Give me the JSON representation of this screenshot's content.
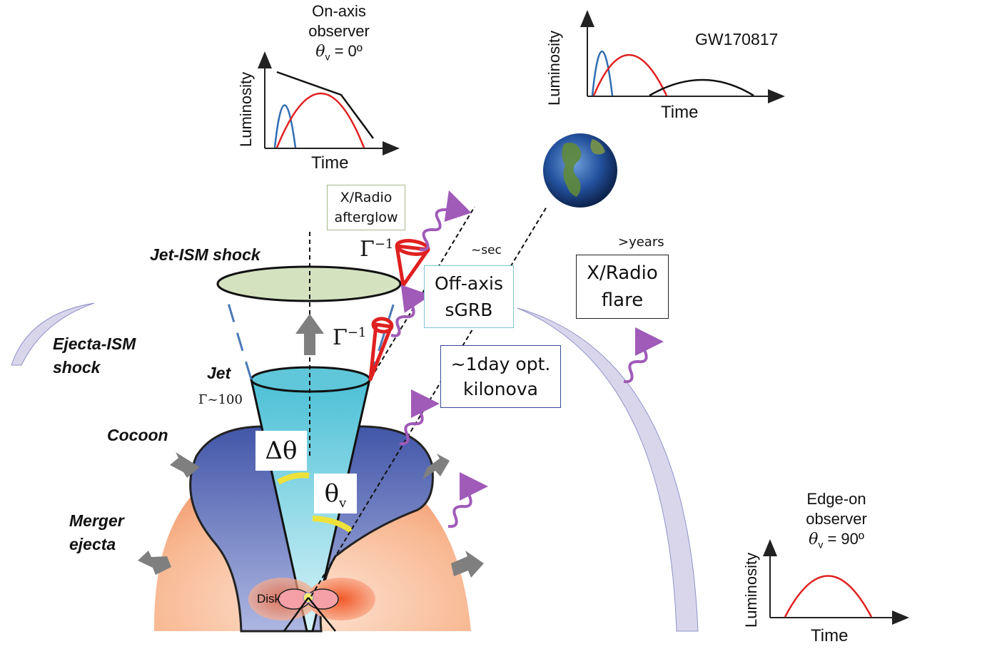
{
  "plots": {
    "on_axis": {
      "title_l1": "On-axis",
      "title_l2": "observer",
      "theta_label": "θ",
      "theta_sub": "v",
      "theta_value": " = 0º",
      "ylabel": "Luminosity",
      "xlabel": "Time"
    },
    "gw": {
      "title": "GW170817",
      "ylabel": "Luminosity",
      "xlabel": "Time"
    },
    "edge_on": {
      "title_l1": "Edge-on",
      "title_l2": "observer",
      "theta_label": "θ",
      "theta_sub": "v",
      "theta_value": " = 90º",
      "ylabel": "Luminosity",
      "xlabel": "Time"
    }
  },
  "labels": {
    "jet_ism_shock": "Jet-ISM shock",
    "ejecta_ism_l1": "Ejecta-ISM",
    "ejecta_ism_l2": "shock",
    "jet": "Jet",
    "gamma100": "Γ~100",
    "cocoon": "Cocoon",
    "merger_l1": "Merger",
    "merger_l2": "ejecta",
    "disk": "Disk",
    "sec": "~sec",
    "years": ">years",
    "gamma_inv": "Γ",
    "gamma_inv_exp": "−1",
    "delta_theta": "Δθ",
    "theta_v": "θ",
    "theta_v_sub": "v"
  },
  "boxes": {
    "afterglow_l1": "X/Radio",
    "afterglow_l2": "afterglow",
    "offaxis_l1": "Off-axis",
    "offaxis_l2": "sGRB",
    "kilonova_l1": "~1day opt.",
    "kilonova_l2": "kilonova",
    "flare_l1": "X/Radio",
    "flare_l2": "flare"
  },
  "colors": {
    "blue_curve": "#2f6db3",
    "red_curve": "#e02020",
    "cocoon": "#4a5fb0",
    "ejecta": "#f5a57a",
    "jet": "#5fc7d9",
    "shock_cap": "#cfdcb4",
    "arc": "#d6d3ea",
    "wave": "#a05ab8",
    "yellow": "#eee23a"
  }
}
